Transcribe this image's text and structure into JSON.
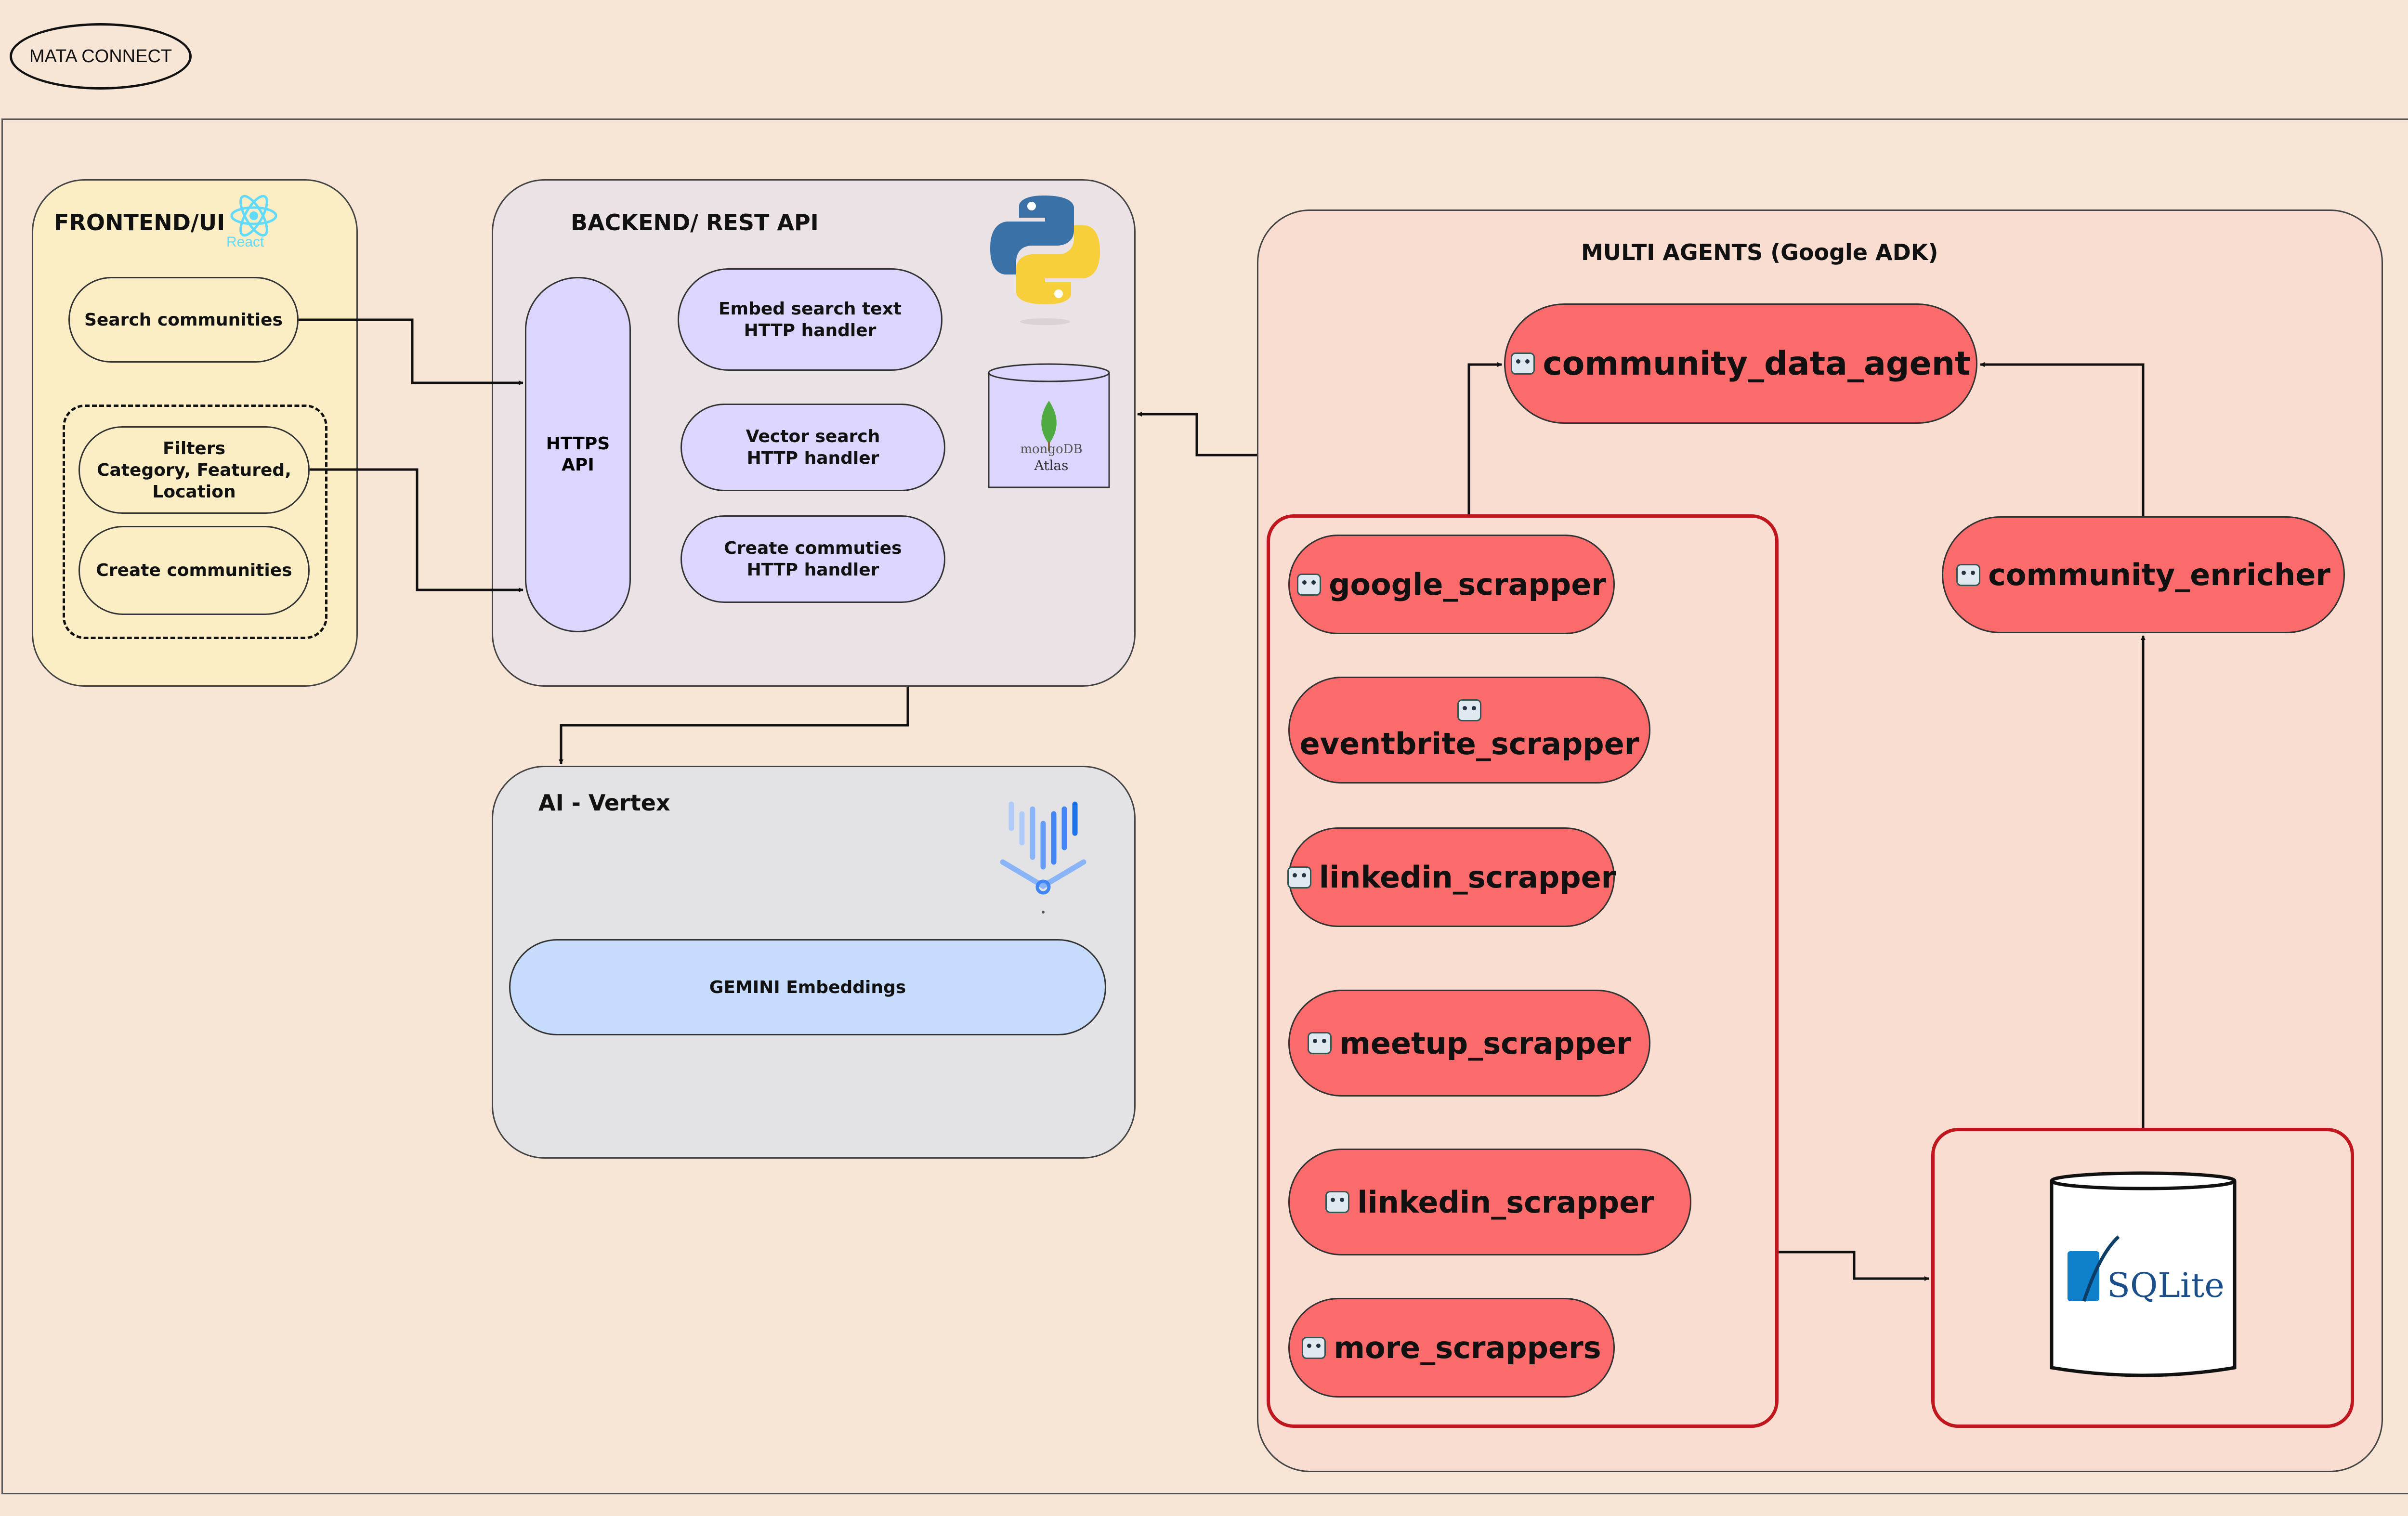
{
  "badge": "MATA CONNECT",
  "frontend": {
    "title": "FRONTEND/UI",
    "react_label": "React",
    "search": "Search communities",
    "filters": [
      "Filters",
      "Category, Featured,",
      "Location"
    ],
    "create": "Create communities"
  },
  "backend": {
    "title": "BACKEND/ REST API",
    "https": [
      "HTTPS",
      "API"
    ],
    "embed": [
      "Embed search text",
      "HTTP handler"
    ],
    "vector": [
      "Vector search",
      "HTTP handler"
    ],
    "create": [
      "Create commuties",
      "HTTP handler"
    ],
    "mongo_brand": "mongoDB",
    "mongo_sub": "Atlas"
  },
  "ai": {
    "title": "AI - Vertex",
    "gemini": "GEMINI Embeddings"
  },
  "agents": {
    "title": "MULTI AGENTS (Google ADK)",
    "data_agent": "community_data_agent",
    "enricher": "community_enricher",
    "scrappers": [
      "google_scrapper",
      "eventbrite_scrapper",
      "linkedin_scrapper",
      "meetup_scrapper",
      "linkedin_scrapper",
      "more_scrappers"
    ],
    "sqlite": "SQLite"
  },
  "colors": {
    "background": "#f7e6d5",
    "frontend_fill": "#fbeec4",
    "backend_fill": "#ebe2e5",
    "ai_fill": "#e3e2e4",
    "agents_fill": "#f9ddd1",
    "agent_pill": "#fb6b6b",
    "handler_pill": "#dcd6ff",
    "gemini_pill": "#c7dcfc",
    "red_border": "#c0161e"
  }
}
